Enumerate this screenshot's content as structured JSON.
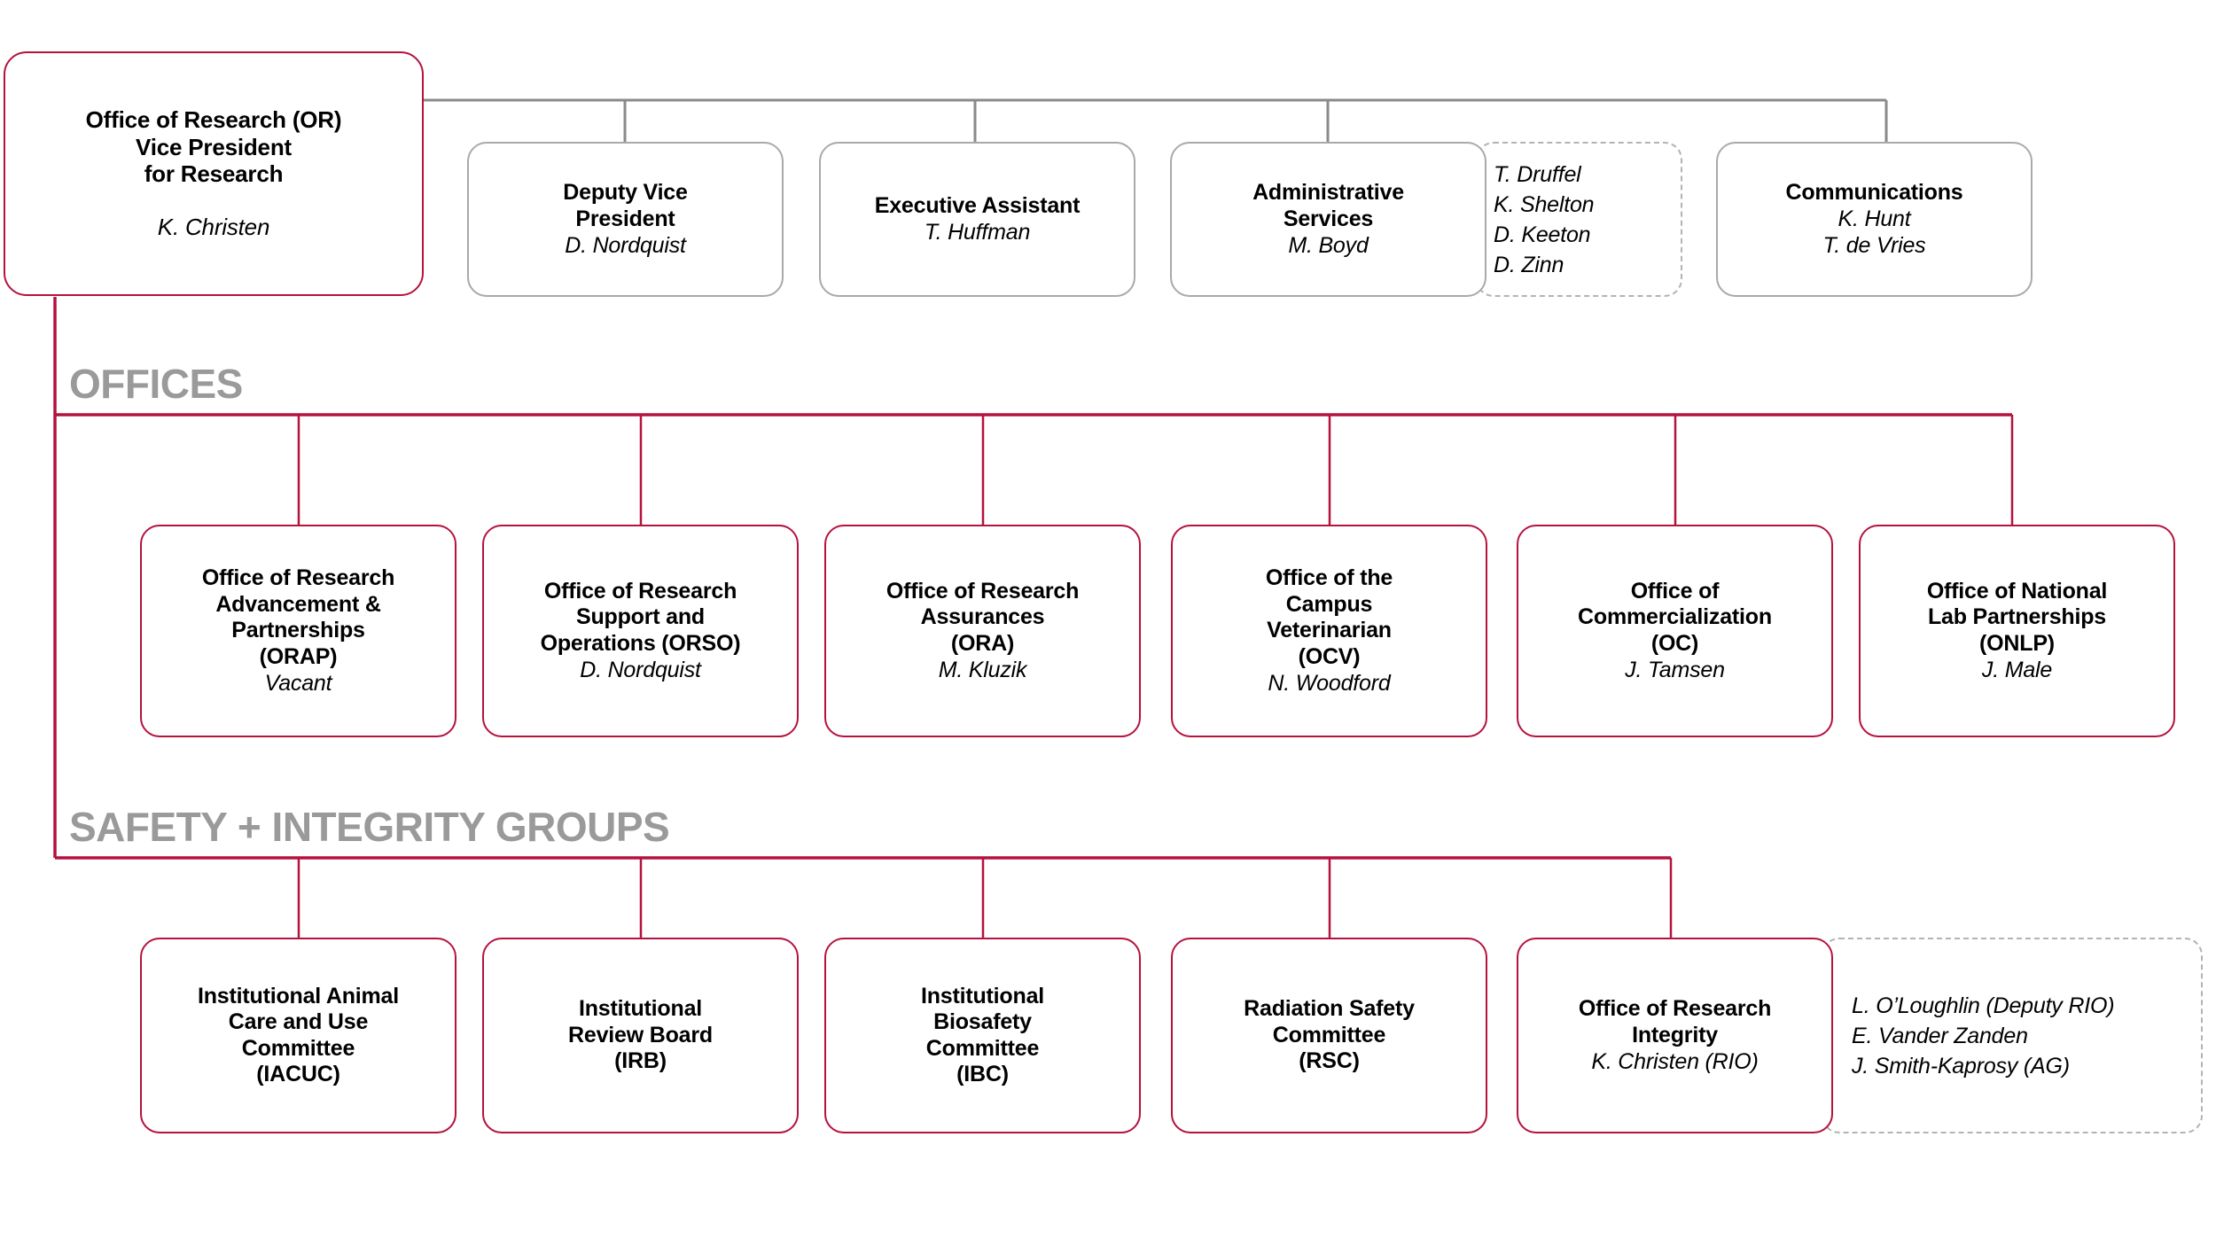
{
  "accent_color": "#B5123E",
  "gray_border_color": "#A9A9A9",
  "dashed_border_color": "#B3B3B3",
  "section_label_color": "#9A9A9A",
  "root": {
    "title_line_1": "Office of Research (OR)",
    "title_line_2": "Vice President",
    "title_line_3": "for Research",
    "person": "K. Christen"
  },
  "top_row": {
    "nodes": [
      {
        "title_line_1": "Deputy Vice",
        "title_line_2": "President",
        "person": "D. Nordquist"
      },
      {
        "title_line_1": "Executive Assistant",
        "person": "T. Huffman"
      },
      {
        "title_line_1": "Administrative",
        "title_line_2": "Services",
        "person": "M. Boyd"
      },
      {
        "title_line_1": "Communications",
        "person": "K. Hunt",
        "person_2": "T. de Vries"
      }
    ],
    "admin_aux": {
      "lines": [
        "T. Druffel",
        "K. Shelton",
        "D. Keeton",
        "D. Zinn"
      ]
    }
  },
  "sections": {
    "offices_label": "OFFICES",
    "safety_label": "SAFETY + INTEGRITY GROUPS"
  },
  "offices": [
    {
      "title_line_1": "Office of Research",
      "title_line_2": "Advancement &",
      "title_line_3": "Partnerships",
      "title_line_4": "(ORAP)",
      "person": "Vacant"
    },
    {
      "title_line_1": "Office of Research",
      "title_line_2": "Support and",
      "title_line_3": "Operations (ORSO)",
      "person": "D. Nordquist"
    },
    {
      "title_line_1": "Office of Research",
      "title_line_2": "Assurances",
      "title_line_3": "(ORA)",
      "person": "M. Kluzik"
    },
    {
      "title_line_1": "Office of the",
      "title_line_2": "Campus",
      "title_line_3": "Veterinarian",
      "title_line_4": "(OCV)",
      "person": "N. Woodford"
    },
    {
      "title_line_1": "Office of",
      "title_line_2": "Commercialization",
      "title_line_3": "(OC)",
      "person": "J. Tamsen"
    },
    {
      "title_line_1": "Office of National",
      "title_line_2": "Lab Partnerships",
      "title_line_3": "(ONLP)",
      "person": "J. Male"
    }
  ],
  "safety_groups": [
    {
      "title_line_1": "Institutional Animal",
      "title_line_2": "Care and Use",
      "title_line_3": "Committee",
      "title_line_4": "(IACUC)",
      "person": ""
    },
    {
      "title_line_1": "Institutional",
      "title_line_2": "Review Board",
      "title_line_3": "(IRB)",
      "person": ""
    },
    {
      "title_line_1": "Institutional",
      "title_line_2": "Biosafety",
      "title_line_3": "Committee",
      "title_line_4": "(IBC)",
      "person": ""
    },
    {
      "title_line_1": "Radiation Safety",
      "title_line_2": "Committee",
      "title_line_3": "(RSC)",
      "person": ""
    },
    {
      "title_line_1": "Office of Research",
      "title_line_2": "Integrity",
      "person": "K. Christen (RIO)"
    }
  ],
  "integrity_aux": {
    "lines": [
      "L. O’Loughlin (Deputy RIO)",
      "E. Vander Zanden",
      "J. Smith-Kaprosy (AG)"
    ]
  }
}
